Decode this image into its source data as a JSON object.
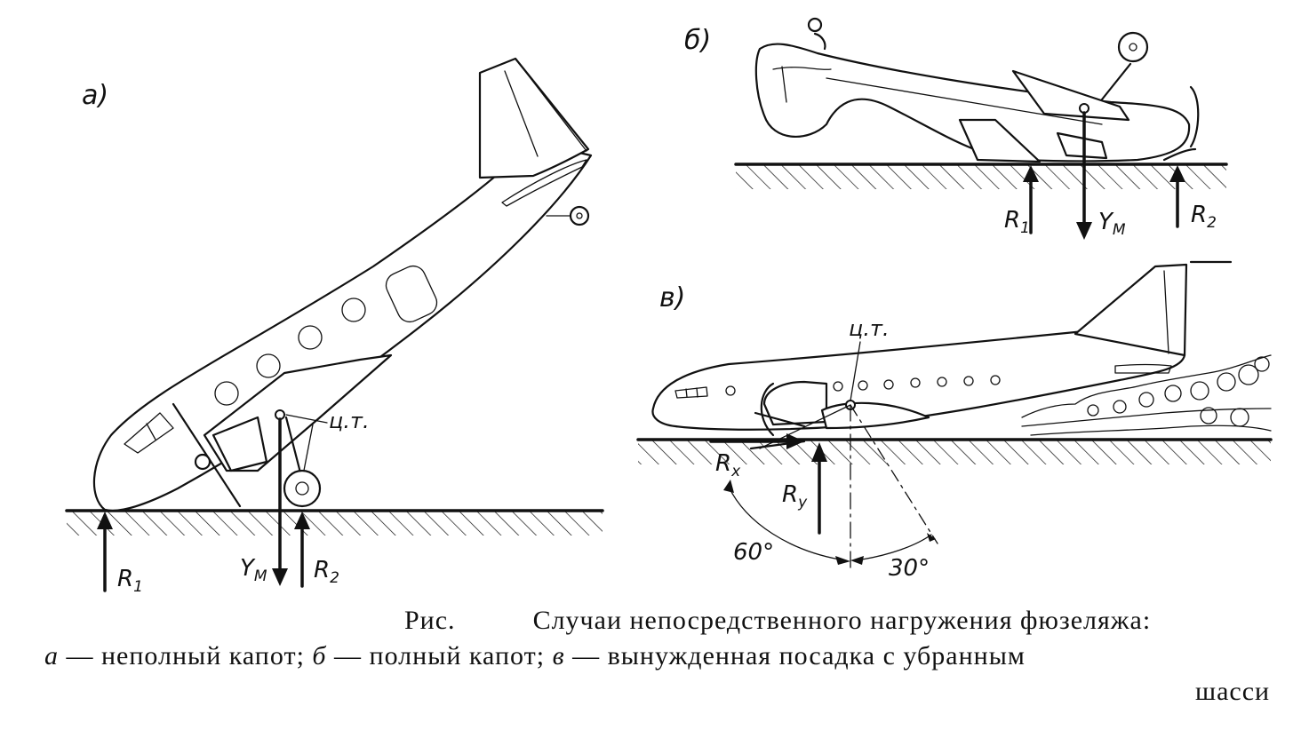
{
  "panels": {
    "a": {
      "tag": "а)",
      "labels": {
        "r1": "R",
        "r1_sub": "1",
        "r2": "R",
        "r2_sub": "2",
        "y": "Y",
        "y_sub": "М",
        "cg": "ц.т."
      }
    },
    "b": {
      "tag": "б)",
      "labels": {
        "r1": "R",
        "r1_sub": "1",
        "r2": "R",
        "r2_sub": "2",
        "y": "Y",
        "y_sub": "М"
      }
    },
    "v": {
      "tag": "в)",
      "labels": {
        "rx": "R",
        "rx_sub": "x",
        "ry": "R",
        "ry_sub": "y",
        "cg": "ц.т.",
        "angle1": "60°",
        "angle2": "30°"
      }
    }
  },
  "caption": {
    "line1_prefix": "Рис.",
    "line1_text": "Случаи непосредственного нагружения фюзеляжа:",
    "a_letter": "а",
    "a_text": " — неполный капот; ",
    "b_letter": "б",
    "b_text": " — полный капот; ",
    "v_letter": "в",
    "v_text": " — вынужденная  посадка с убранным",
    "line3": "шасси"
  }
}
